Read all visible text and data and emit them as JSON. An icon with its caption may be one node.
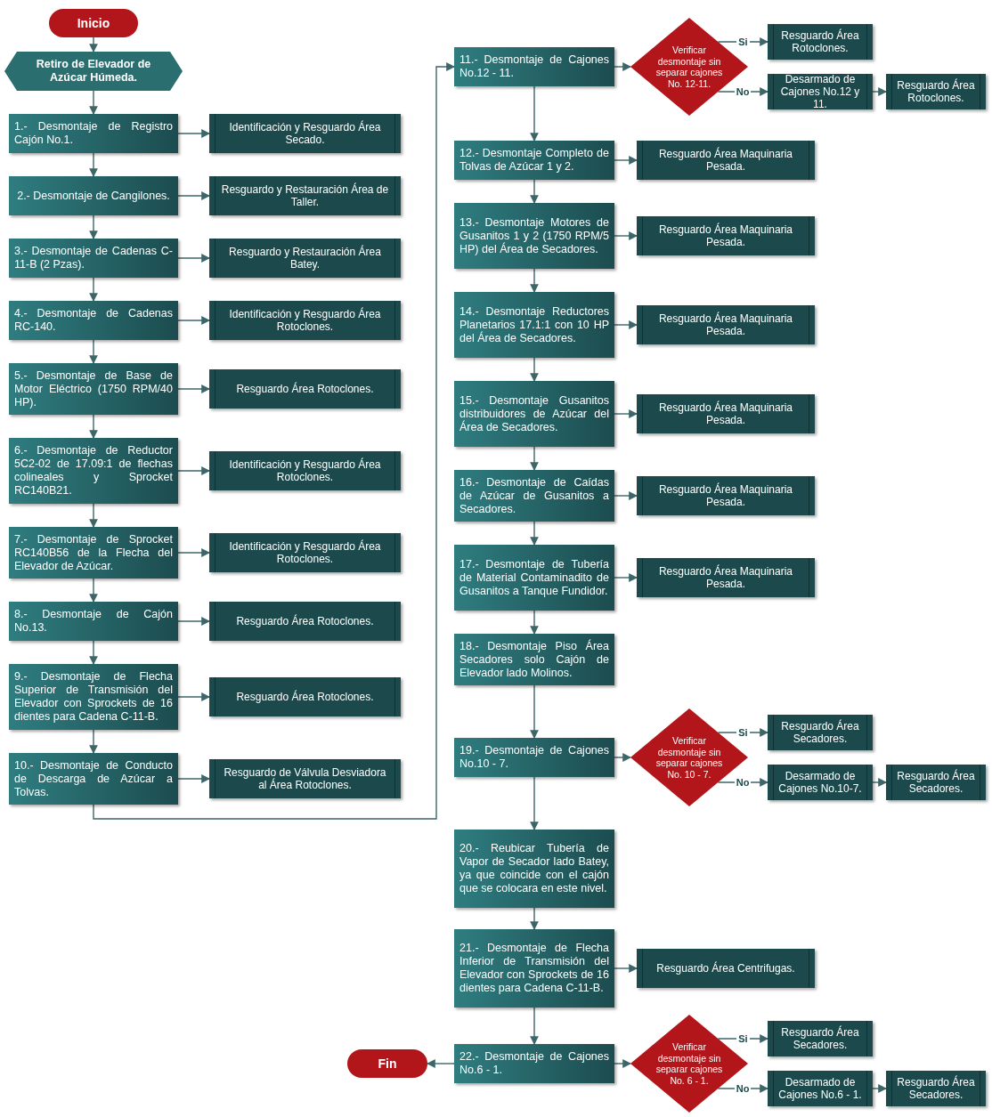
{
  "diagram": {
    "nodes": [
      {
        "text": [
          "Inicio"
        ]
      },
      {
        "text": [
          "Retiro de Elevador de Azúcar Húmeda."
        ]
      },
      {
        "text": [
          "1.- Desmontaje de Registro Cajón No.1."
        ]
      },
      {
        "text": [
          "Identificación y Resguardo Área Secado."
        ]
      },
      {
        "text": [
          "2.- Desmontaje de Cangilones."
        ]
      },
      {
        "text": [
          "Resguardo y Restauración Área de Taller."
        ]
      },
      {
        "text": [
          "3.- Desmontaje de Cadenas C-11-B (2 Pzas)."
        ]
      },
      {
        "text": [
          "Resguardo y Restauración Área Batey."
        ]
      },
      {
        "text": [
          "4.- Desmontaje de Cadenas RC-140."
        ]
      },
      {
        "text": [
          "Identificación y Resguardo Área Rotoclones."
        ]
      },
      {
        "text": [
          "5.- Desmontaje de Base de Motor Eléctrico (1750 RPM/40 HP)."
        ]
      },
      {
        "text": [
          "Resguardo Área Rotoclones."
        ]
      },
      {
        "text": [
          "6.- Desmontaje de Reductor 5C2-02 de 17.09:1 de flechas colineales y Sprocket RC140B21."
        ]
      },
      {
        "text": [
          "Identificación y Resguardo Área Rotoclones."
        ]
      },
      {
        "text": [
          "7.- Desmontaje de Sprocket RC140B56 de la Flecha del Elevador de Azúcar."
        ]
      },
      {
        "text": [
          "Identificación y Resguardo Área Rotoclones."
        ]
      },
      {
        "text": [
          "8.- Desmontaje de Cajón No.13."
        ]
      },
      {
        "text": [
          "Resguardo Área Rotoclones."
        ]
      },
      {
        "text": [
          "9.- Desmontaje de Flecha Superior de Transmisión del Elevador con Sprockets de 16 dientes para Cadena C-11-B."
        ]
      },
      {
        "text": [
          "Resguardo Área Rotoclones."
        ]
      },
      {
        "text": [
          "10.- Desmontaje de Conducto de Descarga de Azúcar a Tolvas."
        ]
      },
      {
        "text": [
          "Resguardo de Válvula Desviadora al Área Rotoclones."
        ]
      },
      {
        "text": [
          "11.- Desmontaje de Cajones No.12 - 11."
        ]
      },
      {
        "text": [
          "Verificar desmontaje sin separar cajones No. 12-11."
        ]
      },
      {
        "text": [
          "Resguardo Área Rotoclones."
        ]
      },
      {
        "text": [
          "Desarmado de Cajones No.12 y 11."
        ]
      },
      {
        "text": [
          "Resguardo Área Rotoclones."
        ]
      },
      {
        "text": [
          "12.- Desmontaje Completo de Tolvas de Azúcar 1 y 2."
        ]
      },
      {
        "text": [
          "Resguardo Área Maquinaria Pesada."
        ]
      },
      {
        "text": [
          "13.- Desmontaje Motores de Gusanitos 1 y 2 (1750 RPM/5 HP) del Área de Secadores."
        ]
      },
      {
        "text": [
          "Resguardo Área Maquinaria Pesada."
        ]
      },
      {
        "text": [
          "14.- Desmontaje Reductores Planetarios 17.1:1 con 10 HP del Área de Secadores."
        ]
      },
      {
        "text": [
          "Resguardo Área Maquinaria Pesada."
        ]
      },
      {
        "text": [
          "15.- Desmontaje Gusanitos distribuidores de Azúcar del Área de Secadores."
        ]
      },
      {
        "text": [
          "Resguardo Área Maquinaria Pesada."
        ]
      },
      {
        "text": [
          "16.- Desmontaje de Caídas de Azúcar de Gusanitos a Secadores."
        ]
      },
      {
        "text": [
          "Resguardo Área Maquinaria Pesada."
        ]
      },
      {
        "text": [
          "17.- Desmontaje de Tubería de Material Contaminadito de Gusanitos a Tanque Fundidor."
        ]
      },
      {
        "text": [
          "Resguardo Área Maquinaria Pesada."
        ]
      },
      {
        "text": [
          "18.- Desmontaje Piso Área Secadores solo Cajón de Elevador lado Molinos."
        ]
      },
      {
        "text": [
          "19.- Desmontaje de Cajones No.10 - 7."
        ]
      },
      {
        "text": [
          "Verificar desmontaje sin separar cajones No. 10 - 7."
        ]
      },
      {
        "text": [
          "Resguardo Área Secadores."
        ]
      },
      {
        "text": [
          "Desarmado de Cajones No.10-7."
        ]
      },
      {
        "text": [
          "Resguardo Área Secadores."
        ]
      },
      {
        "text": [
          "20.- Reubicar Tubería de Vapor de Secador lado Batey, ya que coincide con el cajón que se colocara en este nivel."
        ]
      },
      {
        "text": [
          "21.- Desmontaje de Flecha Inferior de Transmisión del Elevador con Sprockets de 16 dientes para Cadena C-11-B."
        ]
      },
      {
        "text": [
          "Resguardo Área Centrifugas."
        ]
      },
      {
        "text": [
          "22.- Desmontaje de Cajones No.6 - 1."
        ]
      },
      {
        "text": [
          "Verificar desmontaje sin separar cajones No. 6 - 1."
        ]
      },
      {
        "text": [
          "Resguardo Área Secadores."
        ]
      },
      {
        "text": [
          "Desarmado de Cajones No.6 - 1."
        ]
      },
      {
        "text": [
          "Resguardo Área Secadores."
        ]
      },
      {
        "text": [
          "Fin"
        ]
      }
    ],
    "edges": [
      {
        "from": 0,
        "to": 1,
        "arrow": "to"
      },
      {
        "from": 1,
        "to": 2,
        "arrow": "to"
      },
      {
        "from": 2,
        "to": 3,
        "arrow": "to"
      },
      {
        "from": 2,
        "to": 4,
        "arrow": "to"
      },
      {
        "from": 4,
        "to": 5,
        "arrow": "to"
      },
      {
        "from": 4,
        "to": 6,
        "arrow": "to"
      },
      {
        "from": 6,
        "to": 7,
        "arrow": "to"
      },
      {
        "from": 6,
        "to": 8,
        "arrow": "to"
      },
      {
        "from": 8,
        "to": 9,
        "arrow": "to"
      },
      {
        "from": 8,
        "to": 10,
        "arrow": "to"
      },
      {
        "from": 10,
        "to": 11,
        "arrow": "to"
      },
      {
        "from": 10,
        "to": 12,
        "arrow": "to"
      },
      {
        "from": 12,
        "to": 13,
        "arrow": "to"
      },
      {
        "from": 12,
        "to": 14,
        "arrow": "to"
      },
      {
        "from": 14,
        "to": 15,
        "arrow": "to"
      },
      {
        "from": 14,
        "to": 16,
        "arrow": "to"
      },
      {
        "from": 16,
        "to": 17,
        "arrow": "to"
      },
      {
        "from": 16,
        "to": 18,
        "arrow": "to"
      },
      {
        "from": 18,
        "to": 19,
        "arrow": "to"
      },
      {
        "from": 18,
        "to": 20,
        "arrow": "to"
      },
      {
        "from": 20,
        "to": 21,
        "arrow": "to"
      },
      {
        "from": 20,
        "to": 22,
        "arrow": "to"
      },
      {
        "from": 22,
        "to": 23,
        "arrow": "to"
      },
      {
        "from": 23,
        "to": 24,
        "label": "Si",
        "arrow": "to"
      },
      {
        "from": 23,
        "to": 25,
        "label": "No",
        "arrow": "to"
      },
      {
        "from": 25,
        "to": 26,
        "arrow": "to"
      },
      {
        "from": 22,
        "to": 27,
        "arrow": "to"
      },
      {
        "from": 27,
        "to": 28,
        "arrow": "to"
      },
      {
        "from": 27,
        "to": 29,
        "arrow": "to"
      },
      {
        "from": 29,
        "to": 30,
        "arrow": "to"
      },
      {
        "from": 29,
        "to": 31,
        "arrow": "to"
      },
      {
        "from": 31,
        "to": 32,
        "arrow": "to"
      },
      {
        "from": 31,
        "to": 33,
        "arrow": "to"
      },
      {
        "from": 33,
        "to": 34,
        "arrow": "to"
      },
      {
        "from": 33,
        "to": 35,
        "arrow": "to"
      },
      {
        "from": 35,
        "to": 36,
        "arrow": "to"
      },
      {
        "from": 35,
        "to": 37,
        "arrow": "to"
      },
      {
        "from": 37,
        "to": 38,
        "arrow": "to"
      },
      {
        "from": 37,
        "to": 39,
        "arrow": "to"
      },
      {
        "from": 39,
        "to": 40,
        "arrow": "to"
      },
      {
        "from": 40,
        "to": 41,
        "arrow": "to"
      },
      {
        "from": 41,
        "to": 42,
        "label": "Si",
        "arrow": "to"
      },
      {
        "from": 41,
        "to": 43,
        "label": "No",
        "arrow": "to"
      },
      {
        "from": 43,
        "to": 44,
        "arrow": "to"
      },
      {
        "from": 40,
        "to": 45,
        "arrow": "to"
      },
      {
        "from": 45,
        "to": 46,
        "arrow": "to"
      },
      {
        "from": 46,
        "to": 47,
        "arrow": "to"
      },
      {
        "from": 46,
        "to": 48,
        "arrow": "to"
      },
      {
        "from": 48,
        "to": 49,
        "arrow": "to"
      },
      {
        "from": 49,
        "to": 50,
        "label": "Si",
        "arrow": "to"
      },
      {
        "from": 49,
        "to": 51,
        "label": "No",
        "arrow": "to"
      },
      {
        "from": 51,
        "to": 52,
        "arrow": "to"
      },
      {
        "from": 48,
        "to": 53,
        "arrow": "to"
      }
    ]
  }
}
